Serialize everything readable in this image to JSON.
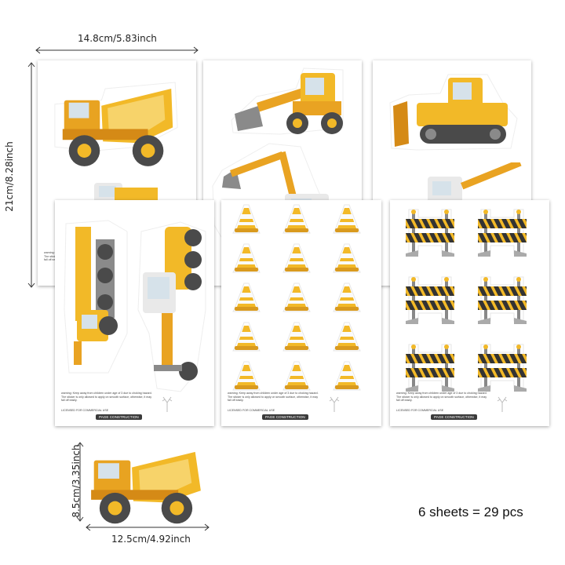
{
  "dimensions": {
    "sheet_width": "14.8cm/5.83inch",
    "sheet_height": "21cm/8.28inch",
    "truck_width": "12.5cm/4.92inch",
    "truck_height": "8.5cm/3.35inch"
  },
  "summary": "6 sheets = 29 pcs",
  "sheet_footer": {
    "warning": "warning: Keep away from children under age of 3 due to choking hazard. The sticker is only allowed to apply on smooth surface, otherwise, it may fall off easily.",
    "license": "LICENSED FOR COMMERCIAL USE",
    "badge": "PAGE CONSTRUCTION"
  },
  "colors": {
    "yellow": "#f2b928",
    "yellow_light": "#f7d36a",
    "orange": "#e8981e",
    "gray_dark": "#4a4a4a",
    "gray": "#8a8a8a",
    "glass": "#d6e2ea",
    "arm": "#e9a322"
  },
  "icons": [
    "dump-truck-icon",
    "bulldozer-icon",
    "wheel-loader-icon",
    "excavator-icon",
    "crane-truck-icon",
    "grader-icon",
    "traffic-cone-icon",
    "road-barrier-icon",
    "deer-logo-icon"
  ]
}
